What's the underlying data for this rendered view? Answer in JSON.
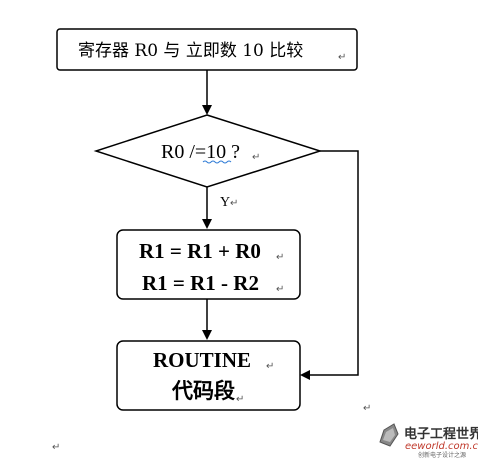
{
  "boxes": {
    "start": {
      "text": "寄存器 R0  与  立即数 10 比较"
    },
    "decision": {
      "text": "R0 /=10 ?"
    },
    "compute": {
      "line1": "R1 = R1 + R0",
      "line2": "R1 = R1 - R2"
    },
    "routine": {
      "line1": "ROUTINE",
      "line2": "代码段"
    }
  },
  "labels": {
    "yes": "Y"
  },
  "paragraph_mark": "↵",
  "watermark": {
    "cn": "电子工程世界",
    "en": "eeworld.com.cn",
    "sub": "创新电子设计之源"
  }
}
